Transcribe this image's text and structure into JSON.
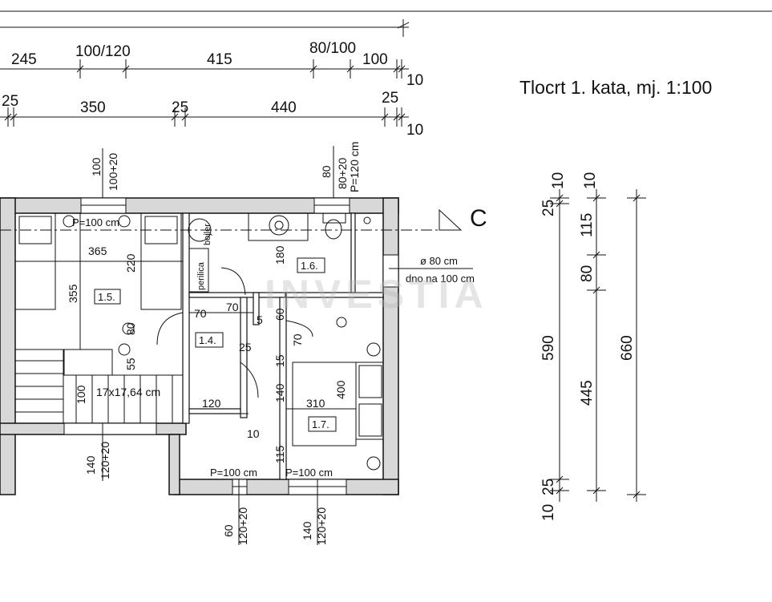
{
  "title": "Tlocrt 1. kata, mj. 1:100",
  "section_label": "C",
  "watermark": {
    "name": "INVESTIA",
    "sub": ""
  },
  "top_dims_row1": [
    "245",
    "100/120",
    "415",
    "80/100",
    "100",
    "10"
  ],
  "top_dims_row2": [
    "25",
    "350",
    "25",
    "440",
    "25",
    "10"
  ],
  "window_labels": {
    "w1_a": "100",
    "w1_b": "100+20",
    "w2_a": "80",
    "w2_b": "80+20",
    "w2_c": "P=120 cm",
    "b1_a": "60",
    "b1_b": "120+20",
    "b2_a": "140",
    "b2_b": "120+20",
    "b3_a": "140",
    "b3_b": "120+20",
    "p_bottom1": "P=100 cm",
    "p_bottom2": "P=100 cm"
  },
  "rooms": {
    "r15": "1.5.",
    "r16": "1.6.",
    "r14": "1.4.",
    "r17": "1.7."
  },
  "interior_labels": {
    "p100_top": "P=100 cm",
    "bojler": "bojler",
    "perilica": "perilica",
    "d365": "365",
    "d220": "220",
    "d355": "355",
    "d80": "80",
    "d55": "55",
    "d100": "100",
    "d180": "180",
    "d70a": "70",
    "d70b": "70",
    "d5": "5",
    "d60": "60",
    "d70c": "70",
    "d25": "25",
    "d15": "15",
    "d120": "120",
    "d10": "10",
    "d140": "140",
    "d310": "310",
    "d400": "400",
    "d115": "115",
    "stair": "17x17,64 cm",
    "chimney_d": "ø 80 cm",
    "chimney_h": "dno na 100 cm"
  },
  "right_dims_a": [
    "25",
    "10",
    "590",
    "25",
    "10"
  ],
  "right_dims_b": [
    "10",
    "115",
    "80",
    "445"
  ],
  "right_dims_c": [
    "660"
  ]
}
